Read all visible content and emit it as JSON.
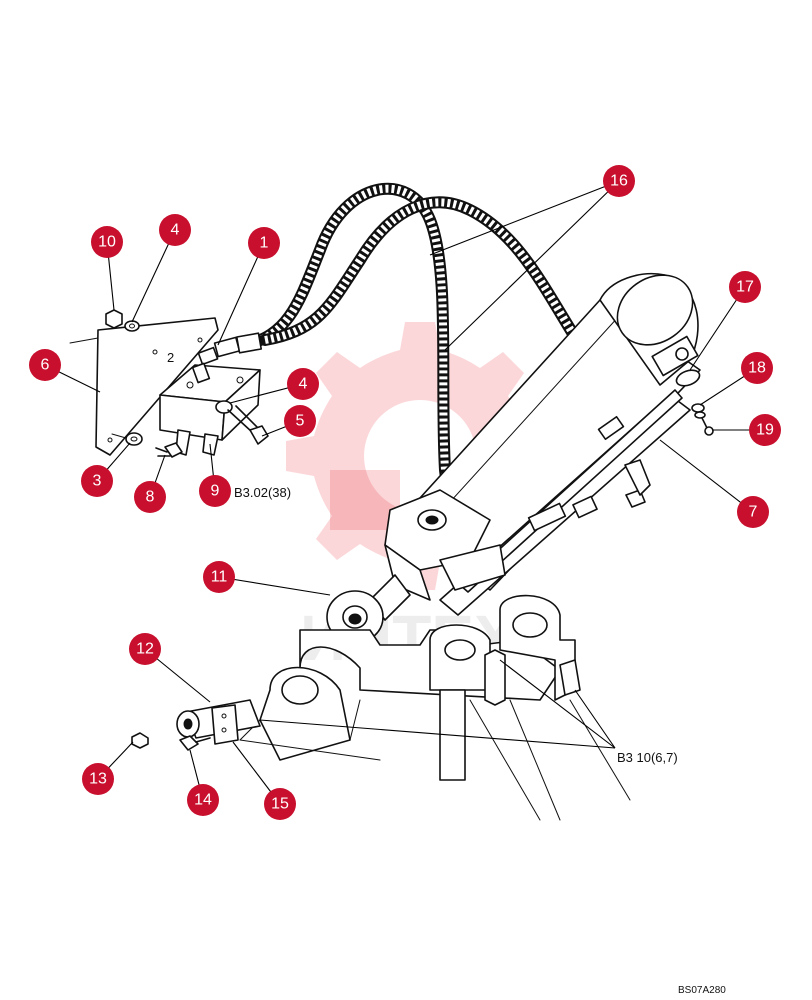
{
  "diagram": {
    "drawing_code": "BS07A280",
    "watermark_text": "ИНТЕХ",
    "inline_labels": {
      "block_port": "2",
      "ref_upper": "B3.02(38)",
      "ref_lower": "B3 10(6,7)"
    },
    "callouts": [
      {
        "id": "c1",
        "label": "1"
      },
      {
        "id": "c3",
        "label": "3"
      },
      {
        "id": "c4a",
        "label": "4"
      },
      {
        "id": "c4b",
        "label": "4"
      },
      {
        "id": "c5",
        "label": "5"
      },
      {
        "id": "c6",
        "label": "6"
      },
      {
        "id": "c7",
        "label": "7"
      },
      {
        "id": "c8",
        "label": "8"
      },
      {
        "id": "c9",
        "label": "9"
      },
      {
        "id": "c10",
        "label": "10"
      },
      {
        "id": "c11",
        "label": "11"
      },
      {
        "id": "c12",
        "label": "12"
      },
      {
        "id": "c13",
        "label": "13"
      },
      {
        "id": "c14",
        "label": "14"
      },
      {
        "id": "c15",
        "label": "15"
      },
      {
        "id": "c16",
        "label": "16"
      },
      {
        "id": "c17",
        "label": "17"
      },
      {
        "id": "c18",
        "label": "18"
      },
      {
        "id": "c19",
        "label": "19"
      }
    ]
  }
}
